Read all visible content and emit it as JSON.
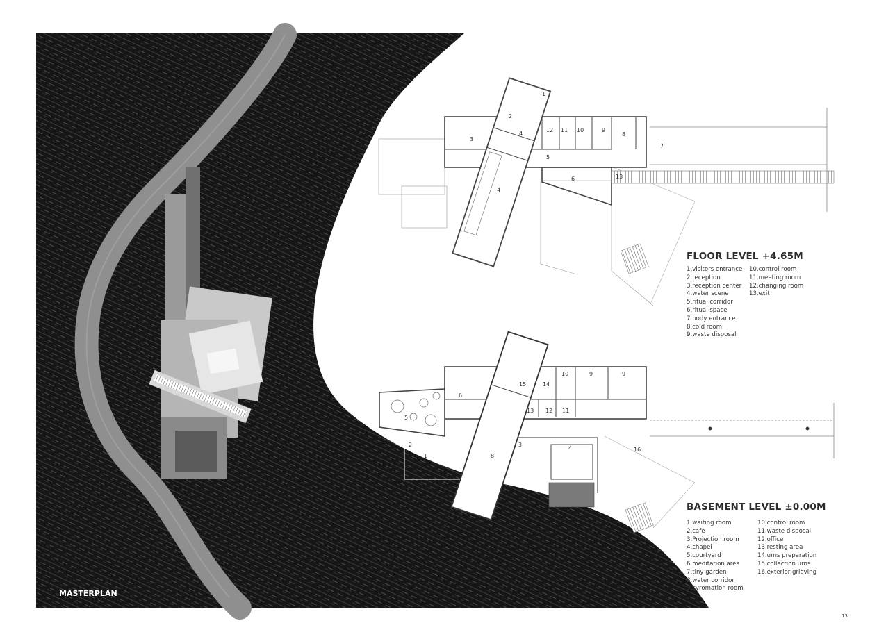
{
  "masterplan": {
    "title": "MASTERPLAN"
  },
  "floor_level": {
    "title": "FLOOR LEVEL +4.65M",
    "legend_left": [
      "1.visitors entrance",
      "2.reception",
      "3.reception center",
      "4.water scene",
      "5.ritual corridor",
      "6.ritual space",
      "7.body entrance",
      "8.cold room",
      "9.waste disposal"
    ],
    "legend_right": [
      "10.control room",
      "11.meeting room",
      "12.changing room",
      "13.exit"
    ],
    "room_numbers": [
      "1",
      "2",
      "3",
      "4",
      "4",
      "5",
      "6",
      "7",
      "8",
      "9",
      "10",
      "11",
      "12",
      "13"
    ]
  },
  "basement_level": {
    "title": "BASEMENT LEVEL  ±0.00M",
    "legend_left": [
      "1.waiting room",
      "2.cafe",
      "3.Projection room",
      "4.chapel",
      "5.courtyard",
      "6.meditation area",
      "7.tiny garden",
      "8.water corridor",
      "9.cyromation room"
    ],
    "legend_right": [
      "10.control room",
      "11.waste disposal",
      "12.office",
      "13.resting area",
      "14.urns preparation",
      "15.collection urns",
      "16.exterior grieving"
    ],
    "room_numbers": [
      "1",
      "2",
      "3",
      "4",
      "5",
      "6",
      "8",
      "9",
      "9",
      "10",
      "11",
      "12",
      "13",
      "14",
      "15",
      "16"
    ]
  },
  "page_number": "13"
}
